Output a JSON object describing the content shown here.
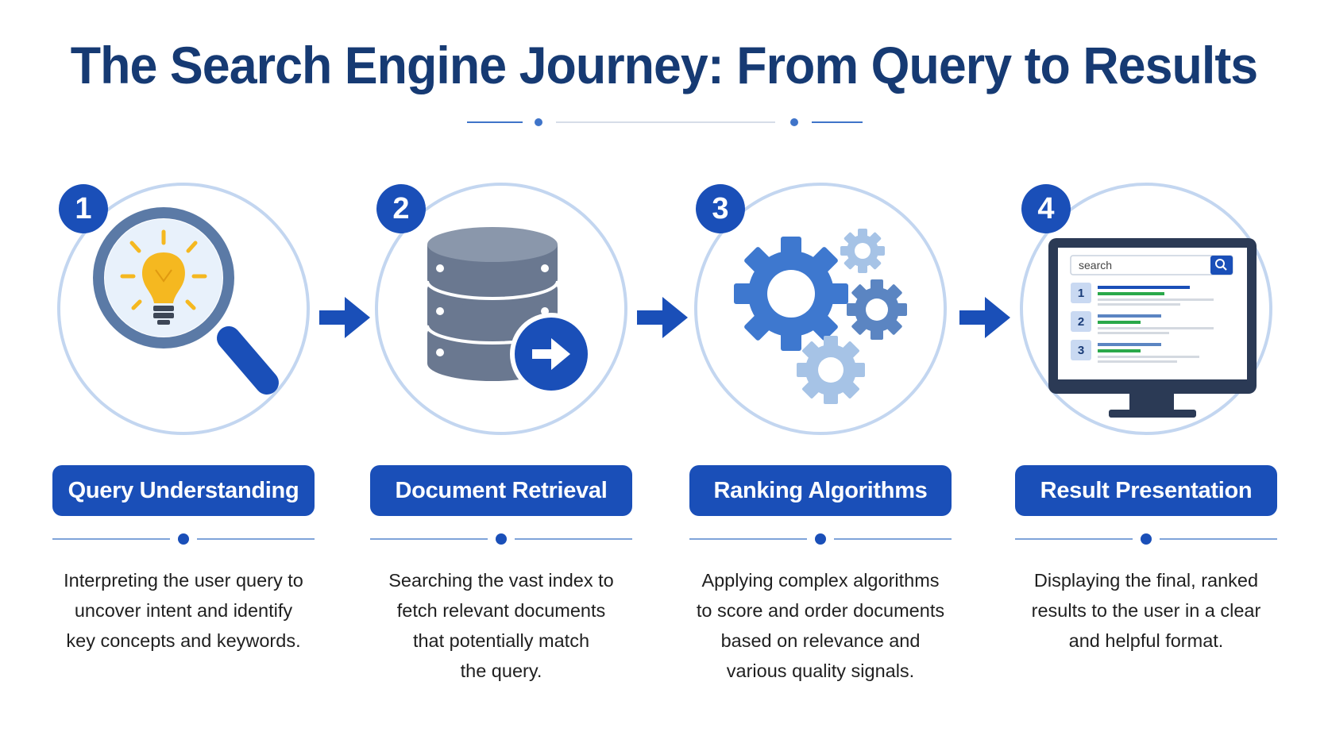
{
  "title": "The Search Engine Journey: From Query to Results",
  "colors": {
    "navy": "#163a73",
    "primary": "#1a4fb8",
    "ring": "#c3d6f0",
    "gear_dark": "#3e78cf",
    "gear_mid": "#5b85c2",
    "gear_light": "#a6c3e6",
    "bulb": "#f5b820",
    "database": "#6a7890"
  },
  "steps": [
    {
      "number": "1",
      "label": "Query Understanding",
      "description_lines": [
        "Interpreting the user query to",
        "uncover intent and identify",
        "key concepts and keywords."
      ],
      "icon": "magnifier-lightbulb-icon"
    },
    {
      "number": "2",
      "label": "Document Retrieval",
      "description_lines": [
        "Searching the vast index to",
        "fetch relevant documents",
        "that potentially match",
        "the query."
      ],
      "icon": "database-arrow-icon"
    },
    {
      "number": "3",
      "label": "Ranking Algorithms",
      "description_lines": [
        "Applying complex algorithms",
        "to score and order documents",
        "based on relevance and",
        "various quality signals."
      ],
      "icon": "gears-icon"
    },
    {
      "number": "4",
      "label": "Result Presentation",
      "description_lines": [
        "Displaying the final, ranked",
        "results to the user in a clear",
        "and helpful format."
      ],
      "icon": "monitor-results-icon",
      "screen": {
        "search_placeholder": "search",
        "ranks": [
          "1",
          "2",
          "3"
        ]
      }
    }
  ]
}
